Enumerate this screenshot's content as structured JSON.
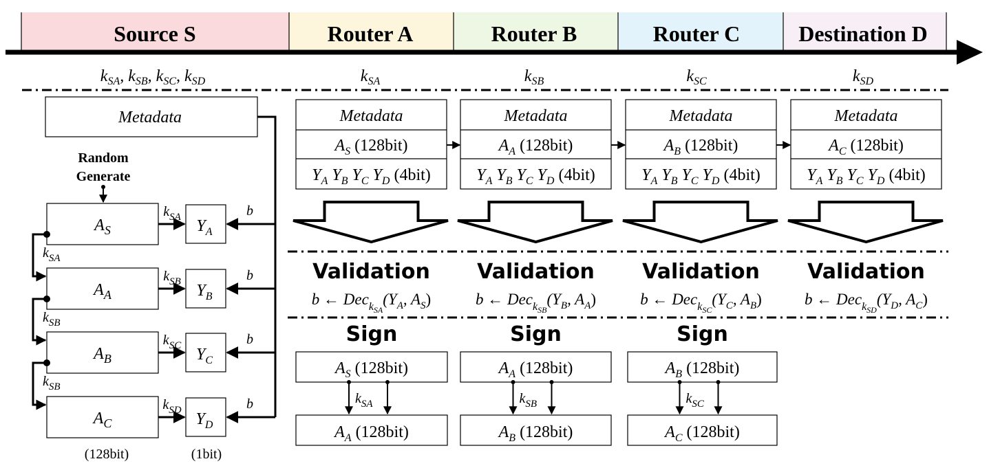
{
  "header": {
    "columns": [
      {
        "label": "Source S",
        "color": "#fadadd"
      },
      {
        "label": "Router A",
        "color": "#fdf6dd"
      },
      {
        "label": "Router B",
        "color": "#eef6e4"
      },
      {
        "label": "Router C",
        "color": "#e3f3fb"
      },
      {
        "label": "Destination D",
        "color": "#f7eef6"
      }
    ]
  },
  "keys_row": {
    "source": "k_SA, k_SB, k_SC, k_SD",
    "router_a": "k_SA",
    "router_b": "k_SB",
    "router_c": "k_SC",
    "destination": "k_SD"
  },
  "source": {
    "metadata_label": "Metadata",
    "random_generate_line1": "Random",
    "random_generate_line2": "Generate",
    "chain": [
      {
        "a": "A",
        "a_sub": "S",
        "key": "k",
        "key_sub": "SA",
        "y": "Y",
        "y_sub": "A"
      },
      {
        "a": "A",
        "a_sub": "A",
        "key": "k",
        "key_sub": "SB",
        "y": "Y",
        "y_sub": "B"
      },
      {
        "a": "A",
        "a_sub": "B",
        "key": "k",
        "key_sub": "SC",
        "y": "Y",
        "y_sub": "C"
      },
      {
        "a": "A",
        "a_sub": "C",
        "key": "k",
        "key_sub": "SD",
        "y": "Y",
        "y_sub": "D"
      }
    ],
    "chain_keys": [
      {
        "k": "k",
        "sub": "SA"
      },
      {
        "k": "k",
        "sub": "SB"
      },
      {
        "k": "k",
        "sub": "SB"
      }
    ],
    "b_label": "b",
    "a_size": "(128bit)",
    "y_size": "(1bit)"
  },
  "packets": [
    {
      "metadata": "Metadata",
      "a": "A",
      "a_sub": "S",
      "bits": "(128bit)",
      "y_row": "(4bit)"
    },
    {
      "metadata": "Metadata",
      "a": "A",
      "a_sub": "A",
      "bits": "(128bit)",
      "y_row": "(4bit)"
    },
    {
      "metadata": "Metadata",
      "a": "A",
      "a_sub": "B",
      "bits": "(128bit)",
      "y_row": "(4bit)"
    },
    {
      "metadata": "Metadata",
      "a": "A",
      "a_sub": "C",
      "bits": "(128bit)",
      "y_row": "(4bit)"
    }
  ],
  "validation": {
    "title": "Validation",
    "items": [
      {
        "k": "SA",
        "y": "A",
        "a": "S"
      },
      {
        "k": "SB",
        "y": "B",
        "a": "A"
      },
      {
        "k": "SC",
        "y": "C",
        "a": "B"
      },
      {
        "k": "SD",
        "y": "D",
        "a": "C"
      }
    ]
  },
  "sign": {
    "title": "Sign",
    "items": [
      {
        "top_sub": "S",
        "bottom_sub": "A",
        "key_sub": "SA",
        "bits": "(128bit)"
      },
      {
        "top_sub": "A",
        "bottom_sub": "B",
        "key_sub": "SB",
        "bits": "(128bit)"
      },
      {
        "top_sub": "B",
        "bottom_sub": "C",
        "key_sub": "SC",
        "bits": "(128bit)"
      }
    ]
  }
}
